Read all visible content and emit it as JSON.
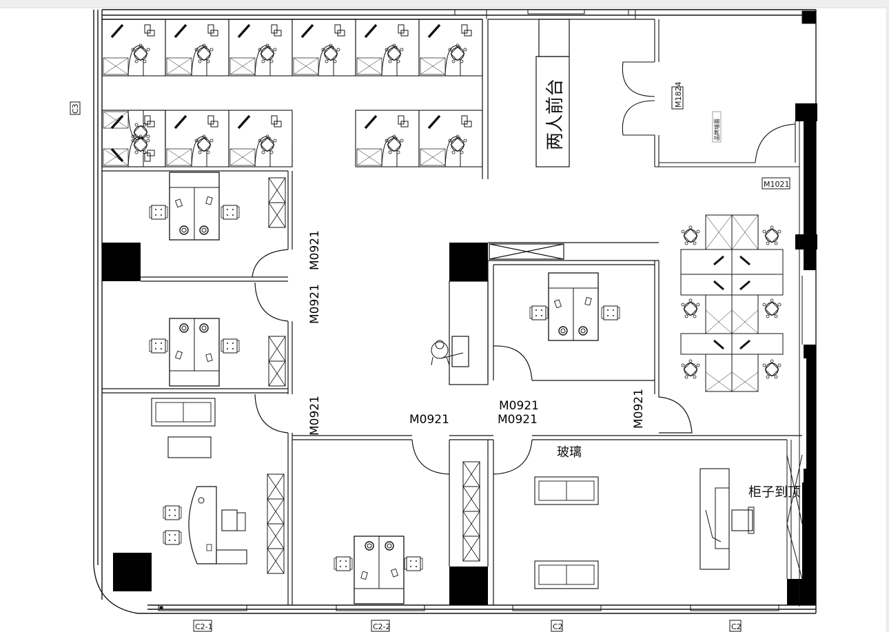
{
  "labels": {
    "window_c3": "C3",
    "door_m1824": "M1824",
    "door_m1021": "M1021",
    "reception": "两人前台",
    "signage_small": "品牌墙面",
    "door_m0921_a": "M0921",
    "door_m0921_b": "M0921",
    "door_m0921_c": "M0921",
    "door_m0921_d": "M0921",
    "door_m0921_e": "M0921",
    "door_m0921_f": "M0921",
    "door_m0921_g": "M0921",
    "glass": "玻璃",
    "cabinet_note": "柜子到顶",
    "win_c2_1": "C2-1",
    "win_c2_2": "C2-2",
    "win_c2_a": "C2",
    "win_c2_b": "C2"
  },
  "colors": {
    "line": "#111111",
    "column": "#000000",
    "paper": "#ffffff",
    "background": "#efefef"
  }
}
